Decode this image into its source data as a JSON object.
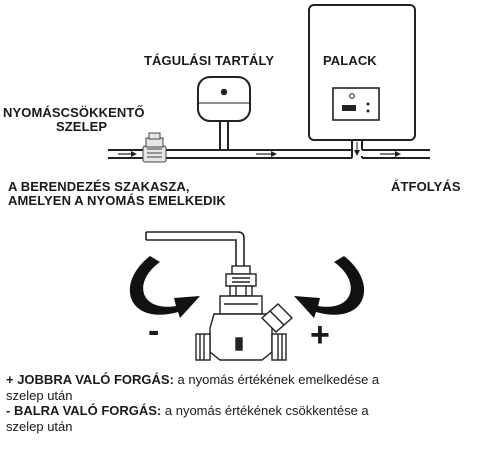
{
  "labels": {
    "expansion_tank": "TÁGULÁSI TARTÁLY",
    "boiler": "PALACK",
    "pressure_reducer_line1": "NYOMÁSCSÖKKENTŐ",
    "pressure_reducer_line2": "SZELEP",
    "section_line1": "A BERENDEZÉS SZAKASZA,",
    "section_line2": "AMELYEN A NYOMÁS EMELKEDIK",
    "outflow": "ÁTFOLYÁS"
  },
  "adjust": {
    "minus": "-",
    "plus": "+"
  },
  "instructions": {
    "plus_label": "+ JOBBRA VALÓ FORGÁS:",
    "plus_text_1": " a nyomás értékének emelkedése a",
    "plus_text_2": "szelep után",
    "minus_label": "- BALRA VALÓ FORGÁS:",
    "minus_text_1": " a nyomás értékének csökkentése a",
    "minus_text_2": "szelep után"
  }
}
